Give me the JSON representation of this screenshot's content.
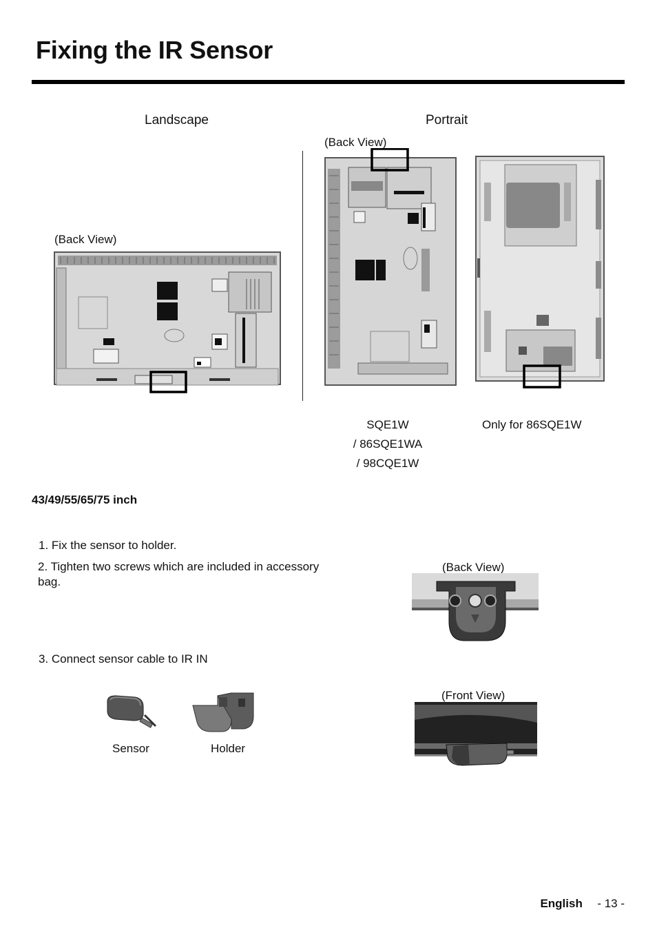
{
  "title": "Fixing the IR Sensor",
  "orientations": {
    "landscape": "Landscape",
    "portrait": "Portrait"
  },
  "views": {
    "landscape_back": "(Back View)",
    "portrait_back": "(Back View)",
    "detail_back": "(Back View)",
    "detail_front": "(Front View)"
  },
  "models": {
    "left": [
      "SQE1W",
      "/ 86SQE1WA",
      "/ 98CQE1W"
    ],
    "right": "Only for 86SQE1W"
  },
  "subheading": "43/49/55/65/75 inch",
  "steps": {
    "s1": "1. Fix the sensor to holder.",
    "s2": "2. Tighten two screws which are included in accessory bag.",
    "s3": "3. Connect sensor cable to IR IN"
  },
  "parts": {
    "sensor": "Sensor",
    "holder": "Holder"
  },
  "footer": {
    "language": "English",
    "page": "- 13 -"
  }
}
